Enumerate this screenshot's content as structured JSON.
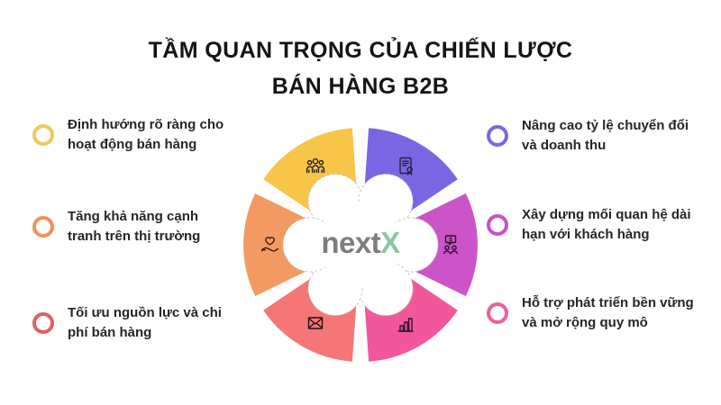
{
  "title": {
    "line1": "TẦM QUAN TRỌNG CỦA CHIẾN LƯỢC",
    "line2": "BÁN HÀNG B2B"
  },
  "left_items": [
    {
      "label": "Định hướng rõ ràng cho hoạt động bán hàng",
      "ring_color": "#EFC75E"
    },
    {
      "label": "Tăng khả năng cạnh tranh trên thị trường",
      "ring_color": "#ED9259"
    },
    {
      "label": "Tối ưu nguồn lực và chi phí bán hàng",
      "ring_color": "#E25F63"
    }
  ],
  "right_items": [
    {
      "label": "Nâng cao tỷ lệ chuyển đổi và doanh thu",
      "ring_color": "#7B68E0"
    },
    {
      "label": "Xây dựng mối quan hệ dài hạn với khách hàng",
      "ring_color": "#C653C6"
    },
    {
      "label": "Hỗ trợ phát triển bền vững và mở rộng quy mô",
      "ring_color": "#EE5F9F"
    }
  ],
  "flower": {
    "center_logo": {
      "text_gray": "next",
      "text_green": "X",
      "gray_color": "#7d7d7d",
      "green_color": "#8CC7A1"
    },
    "petals": [
      {
        "icon": "people-group-icon",
        "color": "#F7C548"
      },
      {
        "icon": "certificate-icon",
        "color": "#7A66E3"
      },
      {
        "icon": "dollar-conversation-icon",
        "color": "#CB54C8"
      },
      {
        "icon": "bar-chart-icon",
        "color": "#F2579B"
      },
      {
        "icon": "envelope-icon",
        "color": "#F57676"
      },
      {
        "icon": "hand-heart-icon",
        "color": "#F39A62"
      }
    ]
  }
}
